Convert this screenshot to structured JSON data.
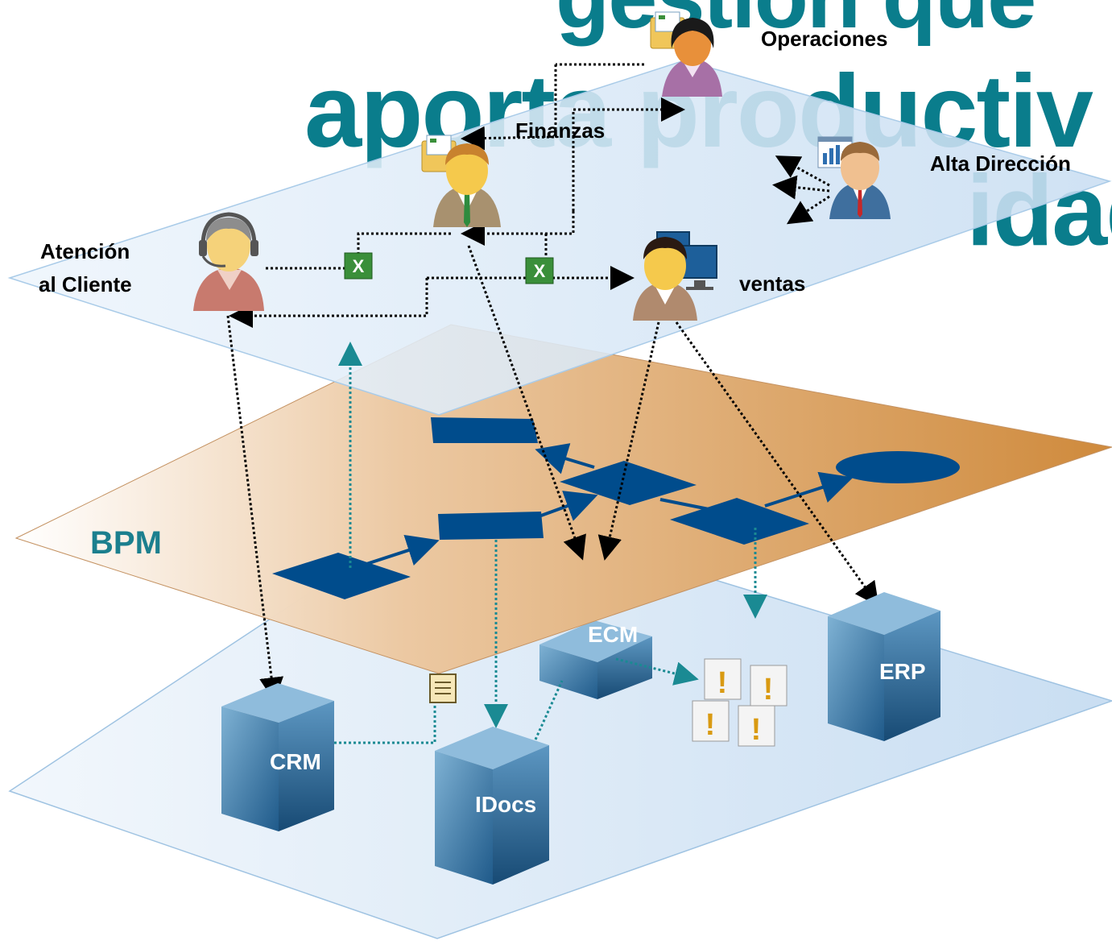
{
  "background_title": {
    "line1": "gestión que",
    "line2": "aporta productiv",
    "line3": "idad"
  },
  "roles": {
    "operaciones": "Operaciones",
    "finanzas": "Finanzas",
    "alta_direccion": "Alta Dirección",
    "atencion_line1": "Atención",
    "atencion_line2": "al Cliente",
    "ventas": "ventas"
  },
  "bpm_label": "BPM",
  "systems": {
    "crm": "CRM",
    "idocs": "IDocs",
    "ecm": "ECM",
    "erp": "ERP"
  },
  "colors": {
    "title": "#0a7d8c",
    "process_shape": "#004c8c",
    "bpm_plane": "#d9a06a",
    "top_plane": "#dbe9f7",
    "bottom_plane": "#d7e7f4",
    "teal_arrow": "#1a8a93",
    "server": "#3f7fae"
  }
}
